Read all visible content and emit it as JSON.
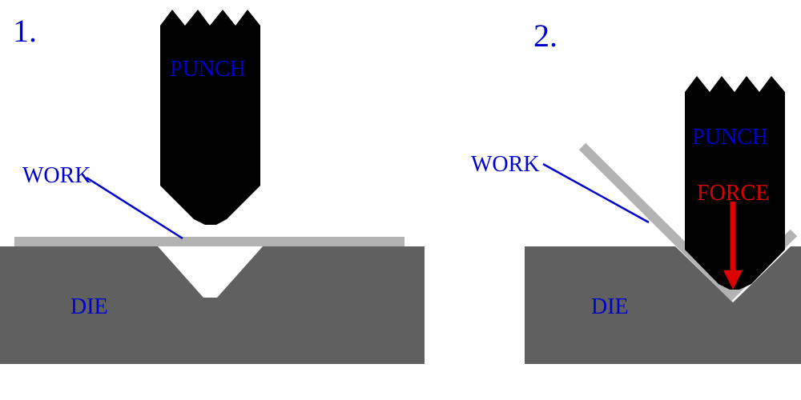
{
  "colors": {
    "label_blue": "#0000cc",
    "force_red": "#dd0000",
    "punch_black": "#000000",
    "work_gray": "#b3b3b3",
    "die_gray": "#606060",
    "background": "#ffffff"
  },
  "panel1": {
    "number": "1.",
    "punch_label": "PUNCH",
    "work_label": "WORK",
    "die_label": "DIE"
  },
  "panel2": {
    "number": "2.",
    "punch_label": "PUNCH",
    "force_label": "FORCE",
    "work_label": "WORK",
    "die_label": "DIE"
  }
}
